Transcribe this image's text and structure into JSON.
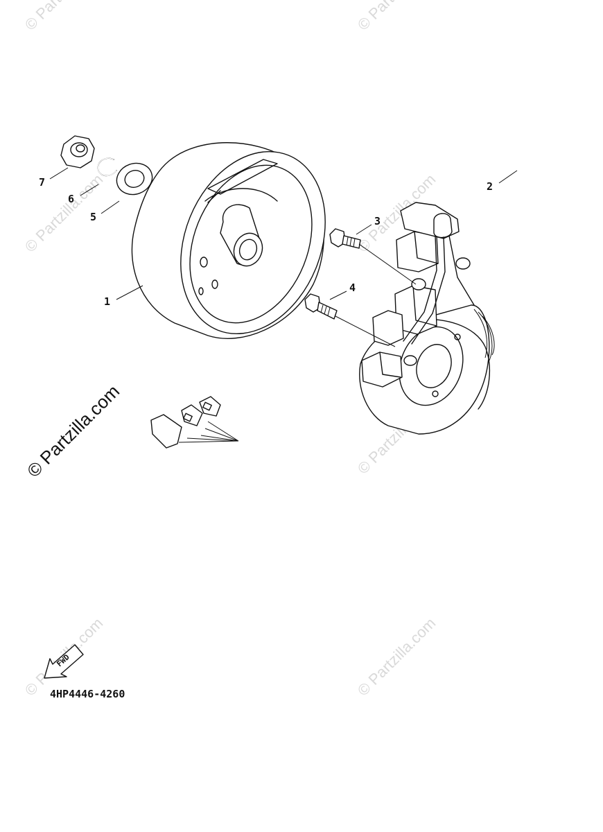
{
  "diagram": {
    "watermark": "Partzilla.com",
    "watermark_symbol": "©",
    "part_code": "4HP4446-4260",
    "fwd_label": "FWD",
    "callouts": [
      {
        "id": "1",
        "label": "1"
      },
      {
        "id": "2",
        "label": "2"
      },
      {
        "id": "3",
        "label": "3"
      },
      {
        "id": "4",
        "label": "4"
      },
      {
        "id": "5",
        "label": "5"
      },
      {
        "id": "6",
        "label": "6"
      },
      {
        "id": "7",
        "label": "7"
      }
    ]
  }
}
